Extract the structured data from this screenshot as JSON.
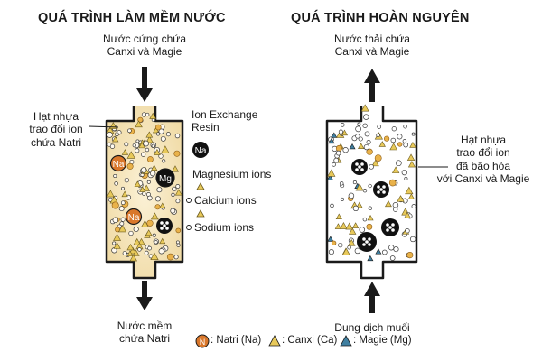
{
  "softening": {
    "title": "QUÁ TRÌNH LÀM MỀM NƯỚC",
    "input_label_line1": "Nước cứng chứa",
    "input_label_line2": "Canxi và Magie",
    "resin_label_line1": "Hạt nhựa",
    "resin_label_line2": "trao đổi ion",
    "resin_label_line3": "chứa Natri",
    "exchange_label_line1": "Ion Exchange",
    "exchange_label_line2": "Resin",
    "magnesium_label": "Magnesium ions",
    "calcium_label": "Calcium ions",
    "sodium_label": "Sodium ions",
    "output_label_line1": "Nước mềm",
    "output_label_line2": "chứa Natri",
    "na_symbol": "Na",
    "mg_symbol": "Mg"
  },
  "regeneration": {
    "title": "QUÁ TRÌNH HOÀN NGUYÊN",
    "output_label_line1": "Nước thải chứa",
    "output_label_line2": "Canxi và Magie",
    "saturated_label_line1": "Hạt nhựa",
    "saturated_label_line2": "trao đổi ion",
    "saturated_label_line3": "đã bão hòa",
    "saturated_label_line4": "với Canxi và Magie",
    "input_label": "Dung dịch muối"
  },
  "legend": {
    "natri_symbol": "N",
    "natri": ": Natri (Na)",
    "canxi": ": Canxi (Ca)",
    "magie": ": Magie (Mg)"
  },
  "colors": {
    "sodium": "#d9772b",
    "calcium": "#e8c95a",
    "magnesium": "#3f7fa0",
    "resin_fill": "#f6e6bd",
    "outline": "#1a1a1a"
  }
}
